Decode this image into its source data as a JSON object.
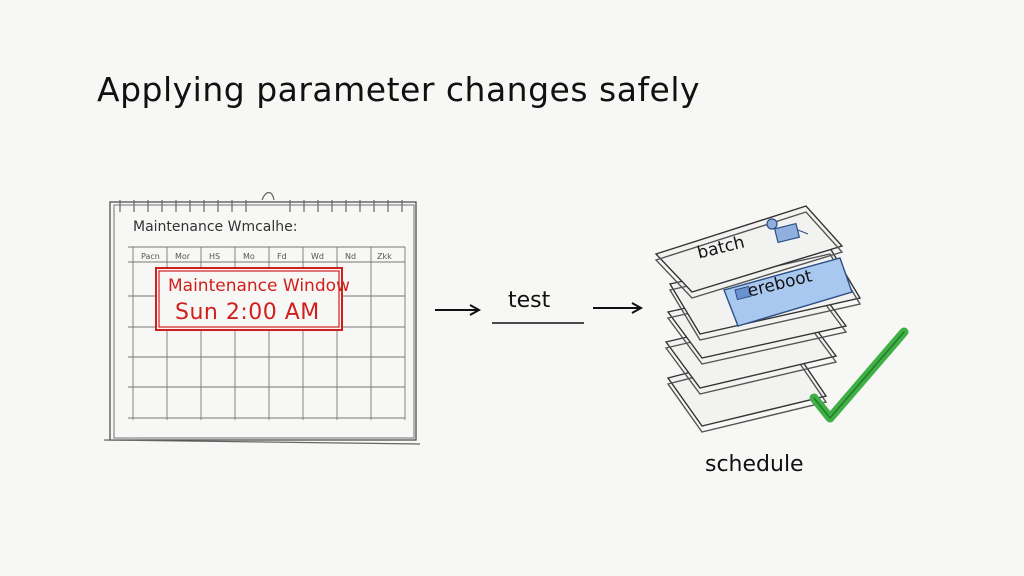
{
  "title": "Applying parameter changes safely",
  "calendar": {
    "heading": "Maintenance Wmcalhe:",
    "day_labels": [
      "Pacn",
      "Mor",
      "HS",
      "Mo",
      "Fd",
      "Wd",
      "Nd",
      "Zkk"
    ]
  },
  "maintenance": {
    "title": "Maintenance Window",
    "time": "Sun 2:00 AM",
    "accent_color": "#d0201c"
  },
  "flow": {
    "step_label": "test",
    "arrow_icon": "right-arrow"
  },
  "stack": {
    "top_label": "batch",
    "second_label": "ereboot",
    "caption": "schedule",
    "check_icon": "checkmark",
    "check_color": "#3fb043",
    "tag_color": "#a9c8ef"
  }
}
